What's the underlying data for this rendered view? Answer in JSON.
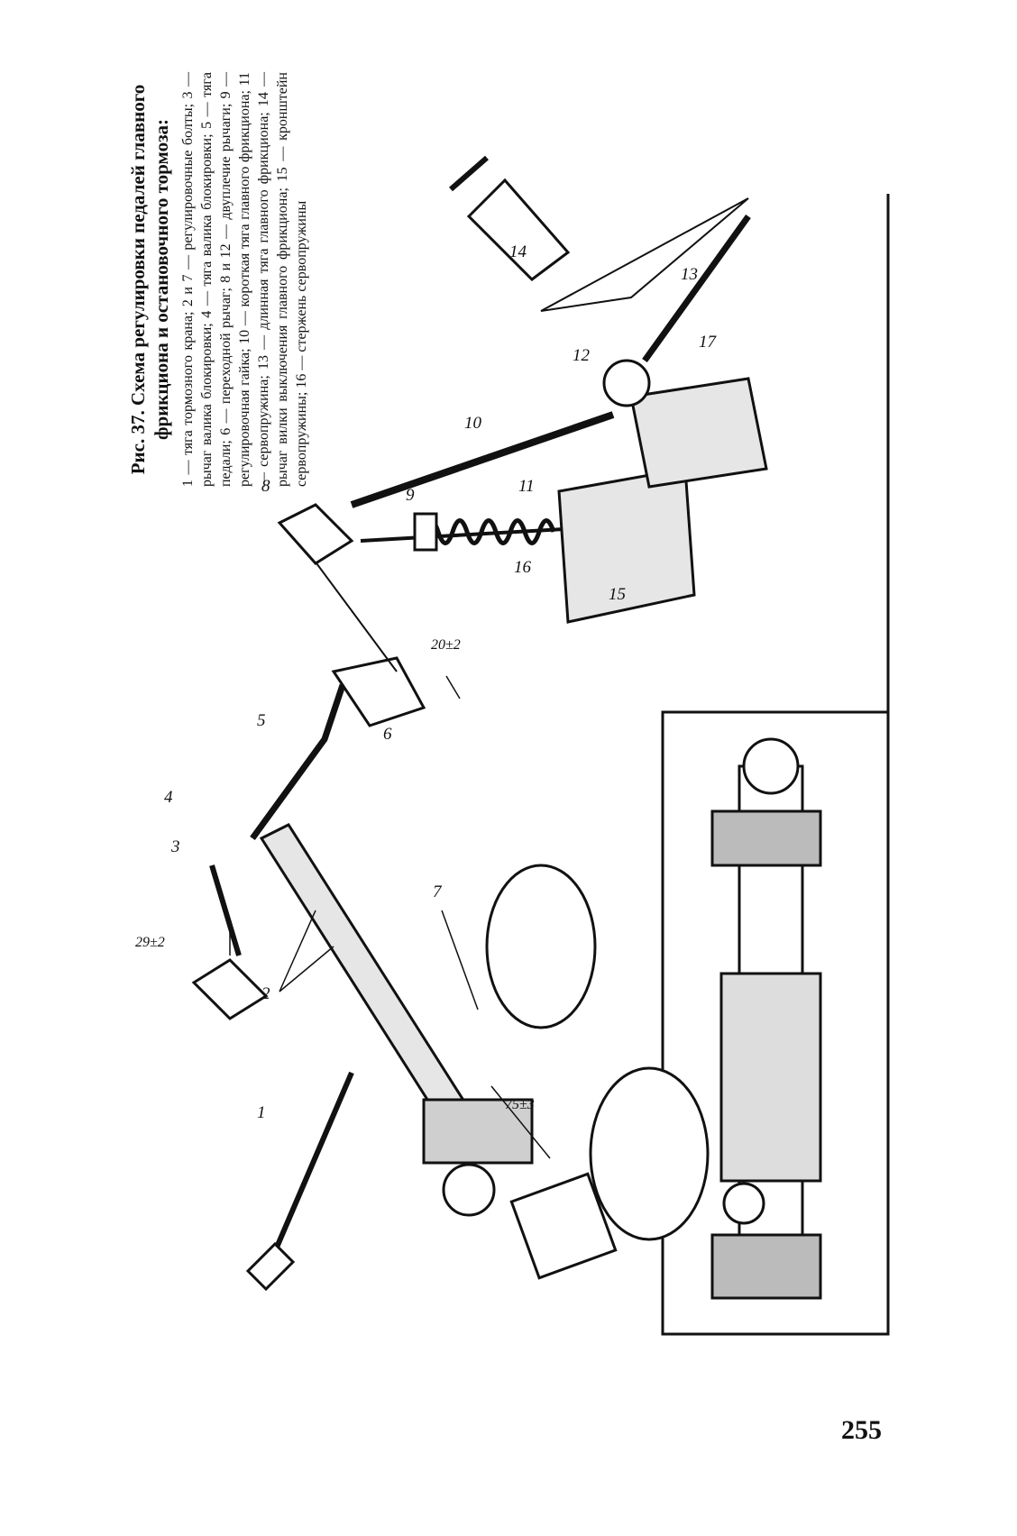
{
  "caption": {
    "title": "Рис. 37. Схема регулировки педалей главного фрикциона и остановочного тормоза:",
    "body": "1 — тяга тормозного крана; 2 и 7 — регулировочные болты; 3 — рычаг валика блокировки; 4 — тяга валика блокировки; 5 — тяга педали; 6 — переходной рычаг; 8 и 12 — двуплечие рычаги; 9 — регулировочная гайка; 10 — короткая тяга главного фрикциона; 11 — сервопружина; 13 — длинная тяга главного фрикциона; 14 — рычаг вилки выключения главного фрикциона; 15 — кронштейн сервопружины; 16 — стержень сервопружины"
  },
  "labels": [
    "1",
    "2",
    "3",
    "4",
    "5",
    "6",
    "7",
    "8",
    "9",
    "10",
    "11",
    "12",
    "13",
    "14",
    "15",
    "16",
    "17"
  ],
  "dimensions": [
    "29±2",
    "20±2",
    "75±3"
  ],
  "page_number": "255"
}
